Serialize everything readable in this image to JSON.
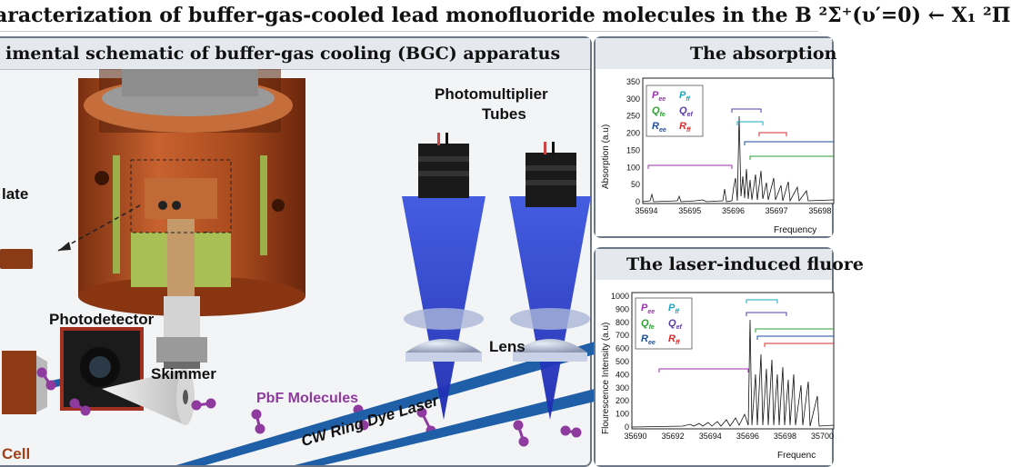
{
  "title": "aracterization of buffer-gas-cooled lead monofluoride molecules in the B ²Σ⁺(υ′=0) ← X₁ ²Π",
  "left_panel": {
    "header": "imental schematic of buffer-gas cooling (BGC) apparatus",
    "labels": {
      "plate": "late",
      "photodetector": "Photodetector",
      "skimmer": "Skimmer",
      "pbf": "PbF Molecules",
      "cell": "Cell",
      "pmt_line1": "Photomultiplier",
      "pmt_line2": "Tubes",
      "lens": "Lens",
      "laser": "CW Ring Dye Laser"
    },
    "colors": {
      "copper": "#b4532a",
      "laser": "#1f5fa8",
      "beam": "#2b3fd6",
      "molecule": "#8e3a9e"
    }
  },
  "absorption_panel": {
    "header": "The absorption",
    "ylabel": "Absorption (a.u)",
    "xlabel": "Frequency",
    "yticks": [
      "0",
      "50",
      "100",
      "150",
      "200",
      "250",
      "300",
      "350"
    ],
    "xticks": [
      "35694",
      "35695",
      "35696",
      "35697",
      "35698"
    ],
    "legend": [
      {
        "label": "P",
        "sub": "ee",
        "color": "#9b2fae"
      },
      {
        "label": "P",
        "sub": "ff",
        "color": "#19a7c0"
      },
      {
        "label": "Q",
        "sub": "fe",
        "color": "#2e9e34"
      },
      {
        "label": "Q",
        "sub": "ef",
        "color": "#5a3aa8"
      },
      {
        "label": "R",
        "sub": "ee",
        "color": "#1e4fa0"
      },
      {
        "label": "R",
        "sub": "ff",
        "color": "#d62d2d"
      }
    ]
  },
  "lif_panel": {
    "header": "The laser-induced fluore",
    "ylabel": "Flourescence Intensity (a.u)",
    "xlabel": "Frequenc",
    "yticks": [
      "0",
      "100",
      "200",
      "300",
      "400",
      "500",
      "600",
      "700",
      "800",
      "900",
      "1000"
    ],
    "xticks": [
      "35690",
      "35692",
      "35694",
      "35696",
      "35698",
      "35700"
    ],
    "legend": [
      {
        "label": "P",
        "sub": "ee",
        "color": "#9b2fae"
      },
      {
        "label": "P",
        "sub": "ff",
        "color": "#19a7c0"
      },
      {
        "label": "Q",
        "sub": "fe",
        "color": "#2e9e34"
      },
      {
        "label": "Q",
        "sub": "ef",
        "color": "#5a3aa8"
      },
      {
        "label": "R",
        "sub": "ee",
        "color": "#1e4fa0"
      },
      {
        "label": "R",
        "sub": "ff",
        "color": "#d62d2d"
      }
    ]
  }
}
